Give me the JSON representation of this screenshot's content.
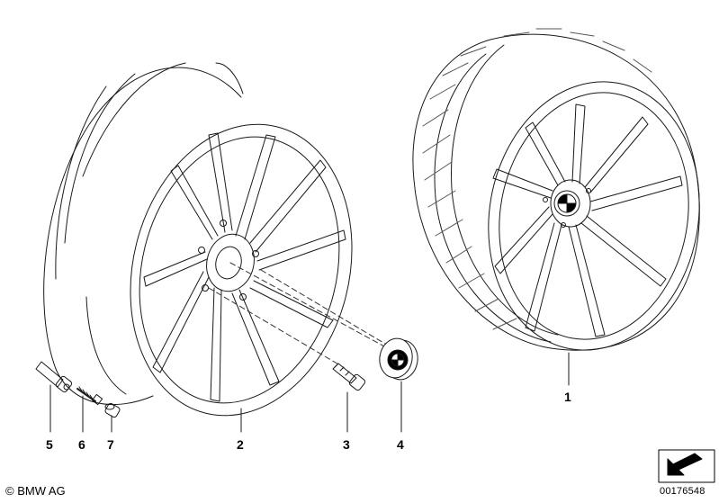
{
  "callouts": {
    "c1": "1",
    "c2": "2",
    "c3": "3",
    "c4": "4",
    "c5": "5",
    "c6": "6",
    "c7": "7"
  },
  "footer": {
    "copyright": "© BMW AG",
    "diagram_number": "00176548"
  },
  "colors": {
    "line": "#1a1a1a",
    "background": "#ffffff"
  },
  "icons": {
    "bmw_roundel": "bmw-logo-icon",
    "direction_arrow": "arrow-icon"
  }
}
